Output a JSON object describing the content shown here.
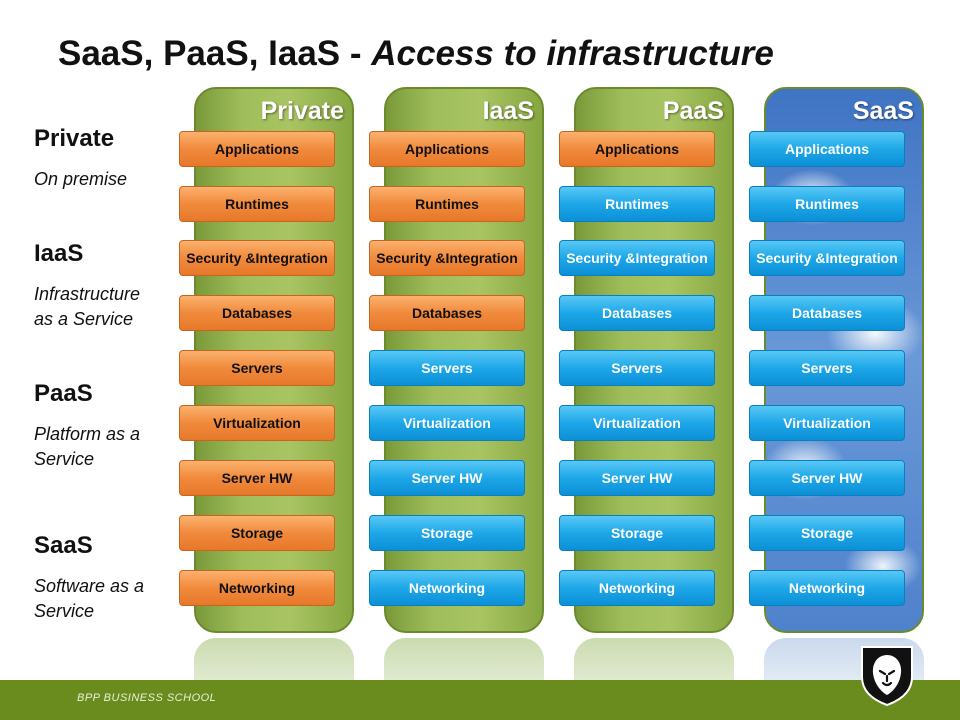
{
  "title": {
    "main": "SaaS, PaaS, IaaS - ",
    "emphasis": "Access to infrastructure"
  },
  "sidebar": [
    {
      "heading": "Private",
      "lines": [
        "On premise"
      ]
    },
    {
      "heading": "IaaS",
      "lines": [
        "Infrastructure",
        "as a Service"
      ]
    },
    {
      "heading": "PaaS",
      "lines": [
        "Platform as a",
        "Service"
      ]
    },
    {
      "heading": "SaaS",
      "lines": [
        "Software as a",
        "Service"
      ]
    }
  ],
  "layers": [
    "Applications",
    "Runtimes",
    "Security & Integration",
    "Databases",
    "Servers",
    "Virtualization",
    "Server HW",
    "Storage",
    "Networking"
  ],
  "columns": [
    {
      "label": "Private",
      "managed_by_you": 9
    },
    {
      "label": "IaaS",
      "managed_by_you": 4
    },
    {
      "label": "PaaS",
      "managed_by_you": 1
    },
    {
      "label": "SaaS",
      "managed_by_you": 0
    }
  ],
  "colors": {
    "you_manage": "#f08a3c",
    "vendor_managed": "#1ea7e8",
    "column_green": "#9fbd5a",
    "footer": "#6a8c1e"
  },
  "footer": {
    "text": "BPP BUSINESS SCHOOL"
  },
  "logo": {
    "icon": "lion-shield-icon"
  }
}
